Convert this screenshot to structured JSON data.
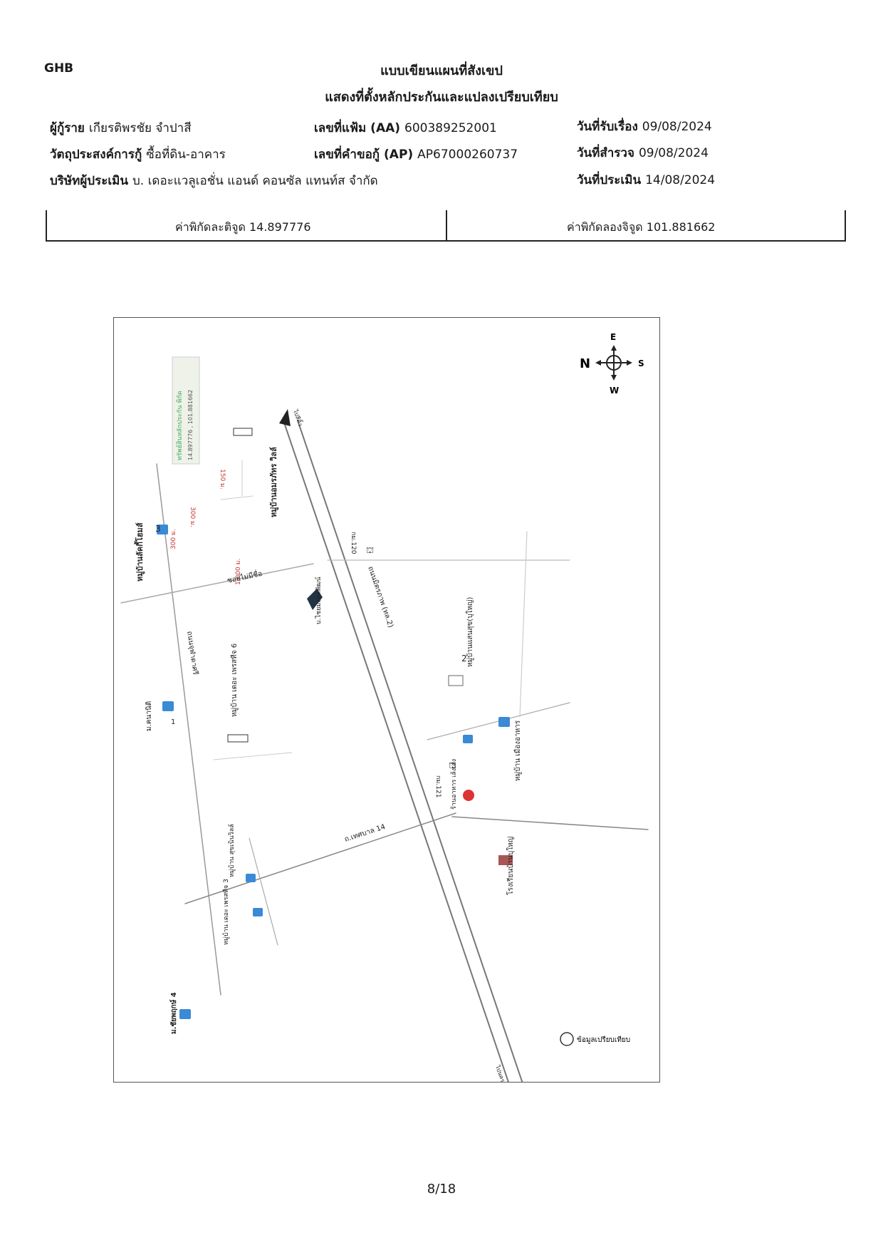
{
  "header": {
    "brand": "GHB",
    "title_line1": "แบบเขียนแผนที่สังเขป",
    "title_line2": "แสดงที่ตั้งหลักประกันและแปลงเปรียบเทียบ"
  },
  "fields": {
    "borrower_label": "ผู้กู้ราย",
    "borrower_value": "เกียรติพรชัย จำปาสี",
    "purpose_label": "วัตถุประสงค์การกู้",
    "purpose_value": "ซื้อที่ดิน-อาคาร",
    "appraiser_label": "บริษัทผู้ประเมิน",
    "appraiser_value": "บ. เดอะแวลูเอชั่น แอนด์ คอนซัล แทนท์ส จำกัด",
    "file_no_label": "เลขที่แฟ้ม (AA)",
    "file_no_value": "600389252001",
    "app_no_label": "เลขที่คำขอกู้ (AP)",
    "app_no_value": "AP67000260737",
    "received_label": "วันที่รับเรื่อง",
    "received_value": "09/08/2024",
    "survey_label": "วันที่สำรวจ",
    "survey_value": "09/08/2024",
    "appraisal_label": "วันที่ประเมิน",
    "appraisal_value": "14/08/2024"
  },
  "coordinates": {
    "lat_label": "ค่าพิกัดละติจูด",
    "lat_value": "14.897776",
    "lon_label": "ค่าพิกัดลองจิจูด",
    "lon_value": "101.881662"
  },
  "map": {
    "compass": {
      "n": "N",
      "e": "E",
      "s": "S",
      "w": "W"
    },
    "legend_label": "ข้อมูลเปรียบเทียบ",
    "labels": {
      "collateral": "ทรัพย์สินหลักประกัน พิกัด",
      "collateral_coords": "14.897776 , 101.881662",
      "amorn": "หมู่บ้านอมรภัทร วิลล์",
      "dist_150": "150 ม.",
      "dist_300a": "300 ม.",
      "dist_300b": "300 ม.",
      "dist_1000": "1,000 ม.",
      "lucky_home": "หมู่บ้านลัคกี้โฮมส์",
      "soi": "ซอยไม่มีชื่อ",
      "road_chuen": "ถนนจุฬาดาศรี",
      "baan3": "3",
      "kasanti": "ม.คนานิติ",
      "baan1": "1",
      "the_prestige6": "หมู่บ้าน เดอะ เพรสทีจ 6",
      "hwy2": "ถนนมิตรภาพ (ทล.2)",
      "km120": "กม.120",
      "prachathip": "บ.ไชยมงคลพัฒน์",
      "saensuk": "หมู่บ้านแสนสุข(บุใหญ่)",
      "baan2": "2",
      "km121": "กม.121",
      "restaurant": "ร้านอาหาร เล้งเส่ง",
      "mueang_ahan": "หมู่บ้าน เมืองอาหาร",
      "songnern": "หมู่บ้าน สุขเนินวิลล์",
      "thesaban14": "ถ.เทศบาล 14",
      "the_prestige3": "หมู่บ้าน เดอะ เพรสทีจ 3",
      "school": "โรงเรียนบ้านบุใหญ่",
      "chaiyapruek4": "ม.ชัยพฤกษ์ 4",
      "to_north": "ไปสีคิ้ว",
      "to_south": "ไปนครราชสีมา"
    }
  },
  "footer": {
    "page": "8/18"
  }
}
